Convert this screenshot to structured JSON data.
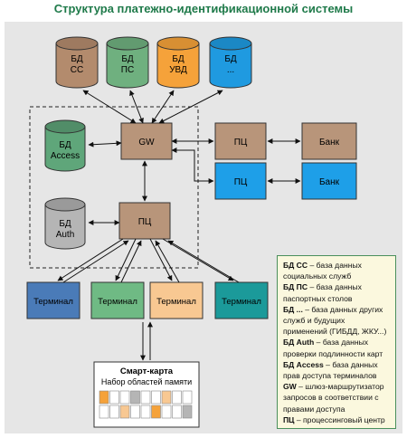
{
  "title": "Структура платежно-идентификационной системы",
  "databases_top": [
    {
      "line1": "БД",
      "line2": "СС",
      "color": "#b38b6d"
    },
    {
      "line1": "БД",
      "line2": "ПС",
      "color": "#6fb07f"
    },
    {
      "line1": "БД",
      "line2": "УВД",
      "color": "#f5a23a"
    },
    {
      "line1": "БД",
      "line2": "...",
      "color": "#1f9ae0"
    }
  ],
  "db_access": {
    "line1": "БД",
    "line2": "Access",
    "color": "#5fa67a"
  },
  "db_auth": {
    "line1": "БД",
    "line2": "Auth",
    "color": "#b5b5b5"
  },
  "gw_label": "GW",
  "pc_center_label": "ПЦ",
  "pc_right_1": "ПЦ",
  "pc_right_2": "ПЦ",
  "bank_1": "Банк",
  "bank_2": "Банк",
  "terminals": [
    {
      "label": "Терминал",
      "color": "#4a7bb8"
    },
    {
      "label": "Терминал",
      "color": "#6fba84"
    },
    {
      "label": "Терминал",
      "color": "#f8c892"
    },
    {
      "label": "Терминал",
      "color": "#1b9a9a"
    }
  ],
  "smartcard": {
    "title": "Смарт-карта",
    "subtitle": "Набор областей памяти"
  },
  "legend": [
    {
      "term": "БД СС",
      "desc": " – база данных социальных служб"
    },
    {
      "term": "БД ПС",
      "desc": " – база данных паспортных столов"
    },
    {
      "term": "БД  ...",
      "desc": " – база данных других служб и будущих применений (ГИБДД, ЖКУ...)"
    },
    {
      "term": "БД Auth",
      "desc": " – база данных проверки подлинности карт"
    },
    {
      "term": "БД Access",
      "desc": " – база данных прав доступа терминалов"
    },
    {
      "term": "GW",
      "desc": " – шлюз-маршрутизатор запросов в соответствии с правами доступа"
    },
    {
      "term": "ПЦ",
      "desc": " – процессинговый центр"
    }
  ],
  "colors": {
    "gw": "#b8957a",
    "pc": "#b8957a",
    "blue_box": "#1e9fe8",
    "title": "#1f7a4a",
    "panel": "#e6e6e6"
  }
}
